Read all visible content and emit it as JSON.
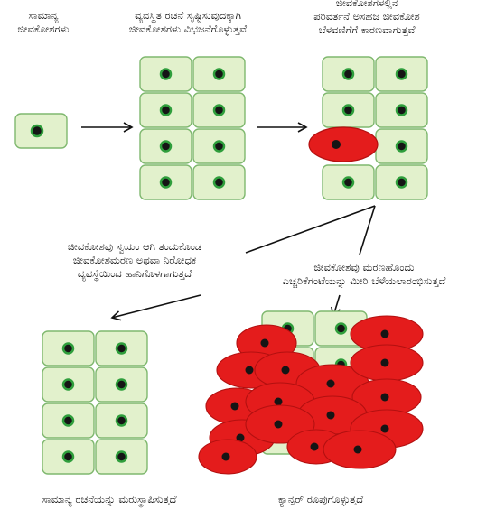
{
  "labels": {
    "normal_cells": [
      "ಸಾಮಾನ್ಯ",
      "ಜೀವಕೋಶಗಳು"
    ],
    "organized_division": [
      "ವ್ಯವಸ್ಥಿತ ರಚನೆ ಸೃಷ್ಟಿಸುವುದಕ್ಕಾಗಿ",
      "ಜೀವಕೋಶಗಳು ವಿಭಜನೆಗೊಳ್ಳುತ್ತವೆ"
    ],
    "abnormal_cell": [
      "ಜೀವಕೋಶಗಳಲ್ಲಿನ",
      "ಪರಿವರ್ತನೆ ಅಸಹಜ ಜೀವಕೋಶ",
      "ಬೆಳವಣಿಗೆಗೆ ಕಾರಣವಾಗುತ್ತವೆ"
    ],
    "apoptosis": [
      "ಜೀವಕೋಶವು ಸ್ವಯಂ ಆಗಿ ತಂದುಕೊಂಡ",
      "ಜೀವಕೋಶಮರಣ ಅಥವಾ ನಿರೋಧಕ",
      "ವ್ಯವಸ್ಥೆಯಿಂದ ಹಾನಿಗೊಳಗಾಗುತ್ತದೆ"
    ],
    "uncontrolled": [
      "ಜೀವಕೋಶವು ಮರಣಹೊಂದು",
      "ಎಚ್ಚರಿಕೆಗಂಟೆಯನ್ನು ಮೀರಿ ಬೆಳೆಯಲಾರಂಭಿಸುತ್ತದೆ"
    ],
    "restored": [
      "ಸಾಮಾನ್ಯ ರಚನೆಯನ್ನು ಮರುಸ್ಥಾಪಿಸುತ್ತದೆ"
    ],
    "cancer": [
      "ಕ್ಯಾನ್ಸರ್ ರೂಪುಗೊಳ್ಳುತ್ತದೆ"
    ]
  },
  "colors": {
    "normal_cell_fill": "#e2f1cc",
    "normal_cell_border": "#7fb86f",
    "nucleus_ring": "#2f9e3c",
    "nucleus_core": "#151515",
    "cancer_cell_fill": "#e41c1c",
    "cancer_cell_border": "#b31010",
    "arrow": "#111111"
  }
}
